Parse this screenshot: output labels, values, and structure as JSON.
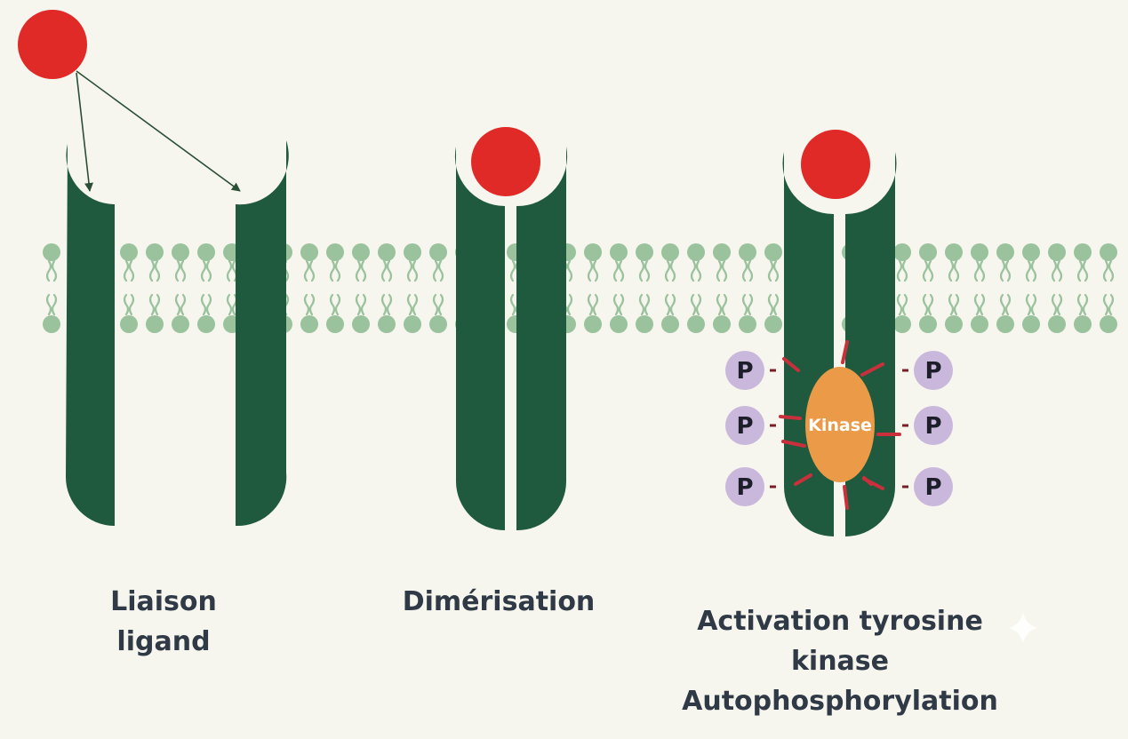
{
  "colors": {
    "background": "#f7f6ee",
    "receptor": "#1f5a3e",
    "ligand": "#e02a27",
    "lipid": "#99c29d",
    "kinase": "#eb9a47",
    "phosphate": "#c9b7dc",
    "activation_ray": "#c9303c",
    "text": "#2f3a46"
  },
  "stages": [
    {
      "caption_lines": [
        "Liaison",
        "ligand"
      ]
    },
    {
      "caption_lines": [
        "Dimérisation"
      ]
    },
    {
      "caption_lines": [
        "Activation tyrosine",
        "kinase",
        "Autophosphorylation"
      ]
    }
  ],
  "kinase_label": "Kinase",
  "phosphate_label": "P",
  "phosphate_count": 6,
  "icons": [
    "ligand-circle",
    "binding-arrow",
    "lipid-bilayer",
    "sparkle-icon"
  ]
}
